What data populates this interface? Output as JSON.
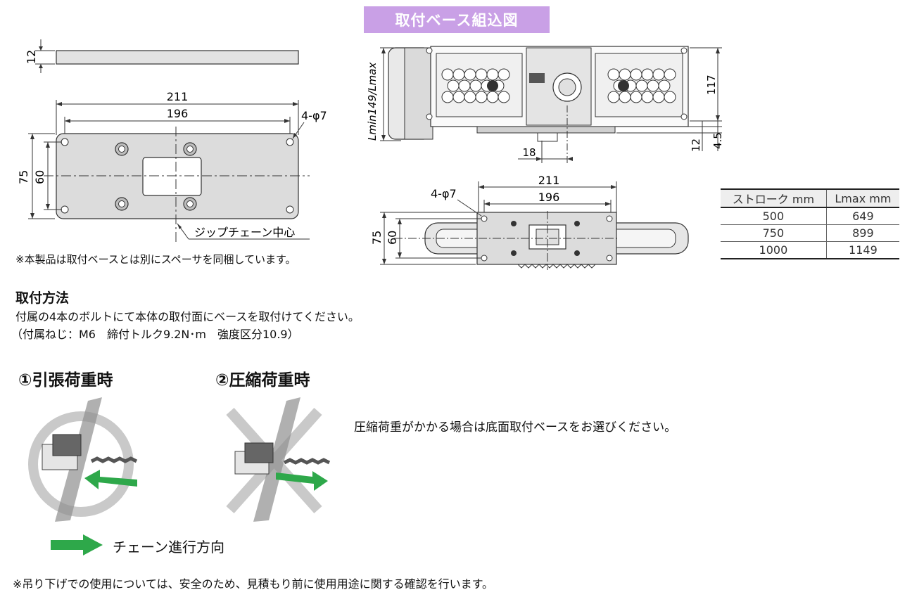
{
  "header": {
    "title": "取付ベース組込図"
  },
  "left_drawing": {
    "thickness_dim": "12",
    "width_outer": "211",
    "width_inner": "196",
    "height_outer": "75",
    "height_inner": "60",
    "hole_label": "4-φ7",
    "center_label": "ジップチェーン中心",
    "spacer_note": "※本製品は取付ベースとは別にスペーサを同梱しています。"
  },
  "top_drawing": {
    "length_label": "Lmin149/Lmax",
    "height_dim": "117",
    "offset_dim": "18",
    "base_dim_a": "12",
    "base_dim_b": "4.5"
  },
  "bottom_drawing": {
    "width_outer": "211",
    "width_inner": "196",
    "height_outer": "75",
    "height_inner": "60",
    "hole_label": "4-φ7"
  },
  "stroke_table": {
    "headers": [
      "ストローク mm",
      "Lmax mm"
    ],
    "rows": [
      [
        "500",
        "649"
      ],
      [
        "750",
        "899"
      ],
      [
        "1000",
        "1149"
      ]
    ]
  },
  "mounting": {
    "title": "取付方法",
    "line1": "付属の4本のボルトにて本体の取付面にベースを取付けてください。",
    "line2": "（付属ねじ：M6　締付トルク9.2N･m　強度区分10.9）"
  },
  "cases": {
    "tension_title": "①引張荷重時",
    "compression_title": "②圧縮荷重時",
    "compression_note": "圧縮荷重がかかる場合は底面取付ベースをお選びください。"
  },
  "legend": {
    "direction_label": "チェーン進行方向"
  },
  "footer": {
    "note": "※吊り下げでの使用については、安全のため、見積もり前に使用用途に関する確認を行います。"
  },
  "colors": {
    "badge": "#c9a0e6",
    "arrow": "#2ea84a",
    "plate": "#dcdcdc"
  }
}
